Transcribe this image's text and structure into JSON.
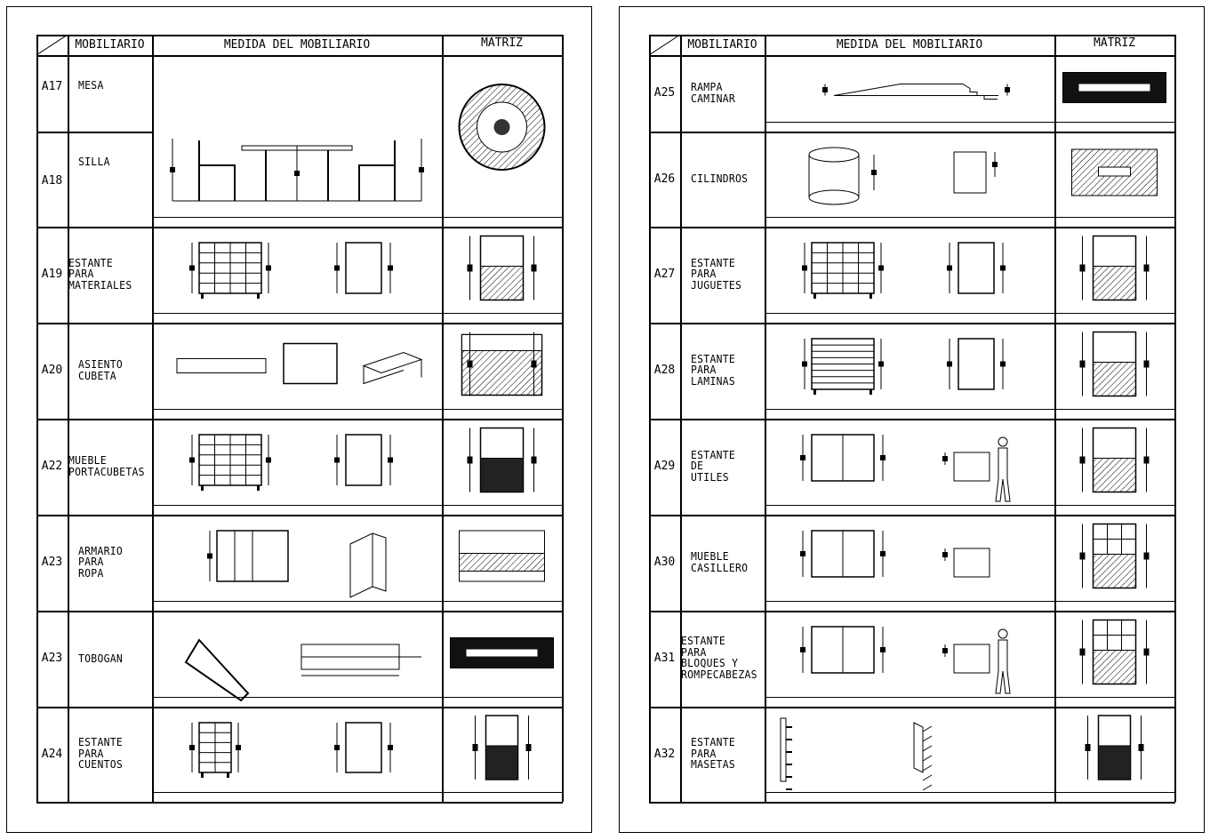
{
  "header": {
    "mobiliario": "MOBILIARIO",
    "medida": "MEDIDA DEL MOBILIARIO",
    "matriz": "MATRIZ"
  },
  "left_sheet": {
    "rows": [
      {
        "code": "A17",
        "label": "MESA",
        "drawing": "table-chairs",
        "matrix": "round"
      },
      {
        "code": "A18",
        "label": "SILLA"
      },
      {
        "code": "A19",
        "label": "ESTANTE\nPARA\nMATERIALES",
        "drawing": "shelf-grid",
        "matrix": "hatch-plan"
      },
      {
        "code": "A20",
        "label": "ASIENTO\nCUBETA",
        "drawing": "bench",
        "matrix": "cross-plan"
      },
      {
        "code": "A22",
        "label": "MUEBLE\nPORTACUBETAS",
        "drawing": "shelf-grid",
        "matrix": "dark-plan"
      },
      {
        "code": "A23",
        "label": "ARMARIO\nPARA\nROPA",
        "drawing": "wardrobe",
        "matrix": "wide-plan"
      },
      {
        "code": "A23",
        "label": "TOBOGAN",
        "drawing": "slide",
        "matrix": "slide-plan"
      },
      {
        "code": "A24",
        "label": "ESTANTE\nPARA\nCUENTOS",
        "drawing": "drawers",
        "matrix": "small-plan"
      }
    ]
  },
  "right_sheet": {
    "rows": [
      {
        "code": "A25",
        "label": "RAMPA\nCAMINAR",
        "drawing": "ramp",
        "matrix": "slide-plan"
      },
      {
        "code": "A26",
        "label": "CILINDROS",
        "drawing": "cylinder",
        "matrix": "hatch-wide"
      },
      {
        "code": "A27",
        "label": "ESTANTE\nPARA\nJUGUETES",
        "drawing": "shelf-grid",
        "matrix": "hatch-plan"
      },
      {
        "code": "A28",
        "label": "ESTANTE\nPARA\nLAMINAS",
        "drawing": "laminas",
        "matrix": "hatch-plan"
      },
      {
        "code": "A29",
        "label": "ESTANTE\nDE\nUTILES",
        "drawing": "cabinet-person",
        "matrix": "hatch-plan"
      },
      {
        "code": "A30",
        "label": "MUEBLE\nCASILLERO",
        "drawing": "locker",
        "matrix": "locker-plan"
      },
      {
        "code": "A31",
        "label": "ESTANTE\nPARA\nBLOQUES Y\nROMPECABEZAS",
        "drawing": "cabinet-person",
        "matrix": "locker-plan"
      },
      {
        "code": "A32",
        "label": "ESTANTE\nPARA\nMASETAS",
        "drawing": "pot-shelf",
        "matrix": "small-plan"
      }
    ]
  }
}
